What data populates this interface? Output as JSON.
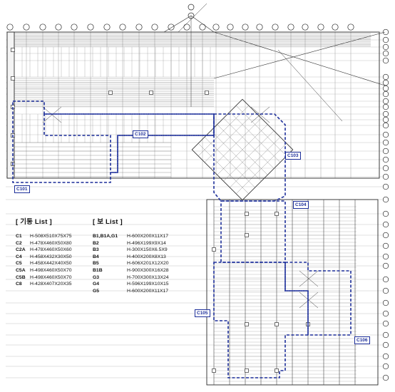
{
  "column_list": {
    "title": "[ 기둥 List ]",
    "items": [
      {
        "code": "C1",
        "spec": "H-508X510X75X75"
      },
      {
        "code": "C2",
        "spec": "H-478X460X50X80"
      },
      {
        "code": "C2A",
        "spec": "H-478X460X50X60"
      },
      {
        "code": "C4",
        "spec": "H-458X432X30X50"
      },
      {
        "code": "C5",
        "spec": "H-458X442X40X50"
      },
      {
        "code": "C5A",
        "spec": "H-498X460X50X70"
      },
      {
        "code": "C5B",
        "spec": "H-498X460X50X70"
      },
      {
        "code": "C8",
        "spec": "H-428X407X20X35"
      }
    ]
  },
  "beam_list": {
    "title": "[ 보 List ]",
    "items": [
      {
        "code": "B1,B1A,G1",
        "spec": "H-600X200X11X17"
      },
      {
        "code": "B2",
        "spec": "H-496X199X9X14"
      },
      {
        "code": "B3",
        "spec": "H-300X150X6.5X9"
      },
      {
        "code": "B4",
        "spec": "H-400X200X8X13"
      },
      {
        "code": "B5",
        "spec": "H-606X201X12X20"
      },
      {
        "code": "B1B",
        "spec": "H-900X300X16X28"
      },
      {
        "code": "G3",
        "spec": "H-700X300X13X24"
      },
      {
        "code": "G4",
        "spec": "H-596X199X10X15"
      },
      {
        "code": "G5",
        "spec": "H-600X200X11X17"
      }
    ]
  },
  "zones": [
    "C101",
    "C102",
    "C103",
    "C104",
    "C105",
    "C106"
  ],
  "colors": {
    "line": "#2a2a2a",
    "grid": "#555555",
    "zone_outline": "#1d2f9a",
    "background": "#ffffff"
  }
}
